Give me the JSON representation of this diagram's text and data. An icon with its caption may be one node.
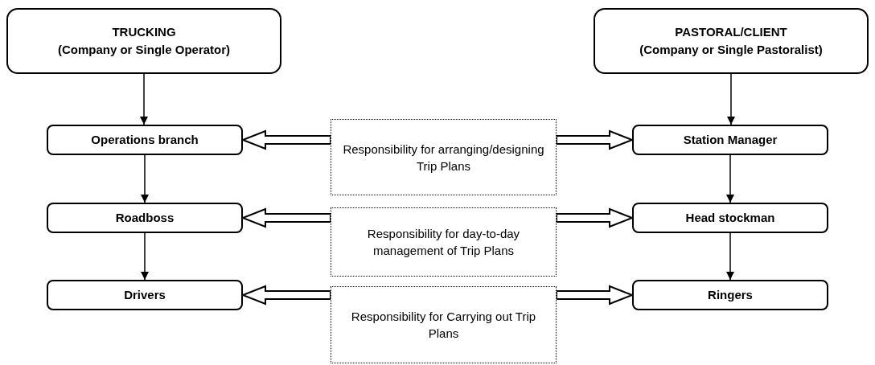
{
  "diagram": {
    "nodes": [
      {
        "text": [
          "TRUCKING",
          "(Company or Single Operator)"
        ]
      },
      {
        "text": [
          "PASTORAL/CLIENT",
          "(Company or Single Pastoralist)"
        ]
      },
      {
        "text": [
          "Operations branch"
        ]
      },
      {
        "text": [
          "Responsibility for arranging/designing Trip Plans"
        ]
      },
      {
        "text": [
          "Station Manager"
        ]
      },
      {
        "text": [
          "Roadboss"
        ]
      },
      {
        "text": [
          "Responsibility for day-to-day management of Trip Plans"
        ]
      },
      {
        "text": [
          "Head stockman"
        ]
      },
      {
        "text": [
          "Drivers"
        ]
      },
      {
        "text": [
          "Responsibility for Carrying out Trip Plans"
        ]
      },
      {
        "text": [
          "Ringers"
        ]
      }
    ],
    "edges": [
      {
        "from": 0,
        "to": 2,
        "arrow": "to"
      },
      {
        "from": 2,
        "to": 5,
        "arrow": "to"
      },
      {
        "from": 5,
        "to": 8,
        "arrow": "to"
      },
      {
        "from": 1,
        "to": 4,
        "arrow": "to"
      },
      {
        "from": 4,
        "to": 7,
        "arrow": "to"
      },
      {
        "from": 7,
        "to": 10,
        "arrow": "to"
      },
      {
        "from": 3,
        "to": 2,
        "arrow": "to",
        "style": "thick"
      },
      {
        "from": 3,
        "to": 4,
        "arrow": "to",
        "style": "thick"
      },
      {
        "from": 6,
        "to": 5,
        "arrow": "to",
        "style": "thick"
      },
      {
        "from": 6,
        "to": 7,
        "arrow": "to",
        "style": "thick"
      },
      {
        "from": 9,
        "to": 8,
        "arrow": "to",
        "style": "thick"
      },
      {
        "from": 9,
        "to": 10,
        "arrow": "to",
        "style": "thick"
      }
    ]
  }
}
